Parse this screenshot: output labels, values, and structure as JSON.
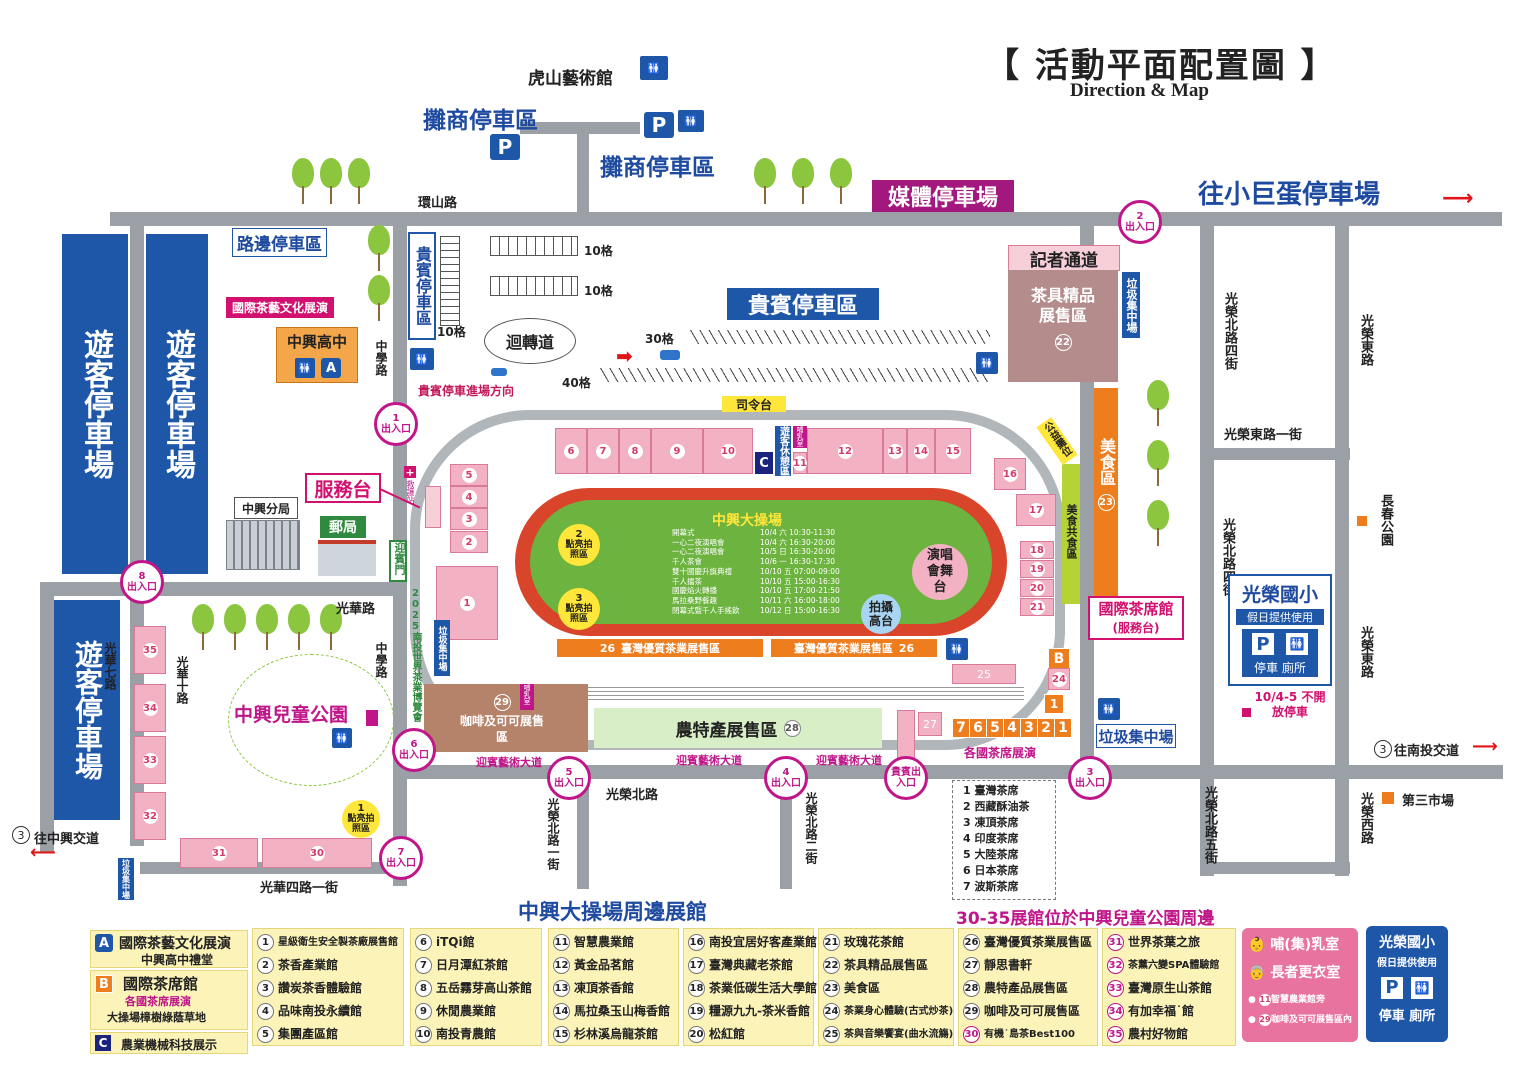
{
  "title": "【 活動平面配置圖 】",
  "subtitle": "Direction & Map",
  "places": {
    "hushan": "虎山藝術館",
    "vendor_parking_1": "攤商停車區",
    "vendor_parking_2": "攤商停車區",
    "media_parking": "媒體停車場",
    "to_egg_parking": "往小巨蛋停車場",
    "huanshan_road": "環山路",
    "roadside_parking": "路邊停車區",
    "tourist_parking_1": "遊客停車場",
    "tourist_parking_2": "遊客停車場",
    "tourist_parking_3": "遊客停車場",
    "intl_tea_art_show": "國際茶藝文化展演",
    "zhongxing_high": "中興高中",
    "vip_parking_v": "貴賓停車區",
    "vip_parking": "貴賓停車區",
    "vip_entry_dir": "貴賓停車進場方向",
    "turnaround": "迴轉道",
    "cap_10a": "10格",
    "cap_10b": "10格",
    "cap_10c": "10格",
    "cap_30": "30格",
    "cap_40": "40格",
    "press_passage": "記者通道",
    "teaware_hall": "茶具精品展售區",
    "teaware_no": "22",
    "trash_v": "垃圾集中場",
    "trash": "垃圾集中場",
    "podium": "司令台",
    "service_desk": "服務台",
    "police": "中興分局",
    "post_office": "郵局",
    "welcome_gate": "迎賓門",
    "zhongxue_road_1": "中學路",
    "zhongxue_road_2": "中學路",
    "guanghua_road": "光華路",
    "guanghua_7": "光華七路",
    "guanghua_10": "光華十路",
    "kids_park": "中興兒童公園",
    "to_zhongxing_ic": "往中興交道",
    "guanghua_4_1": "光華四路一街",
    "guangrong_n_road": "光榮北路",
    "guangrong_n_1": "光榮北路一街",
    "guangrong_n_2": "光榮北路二街",
    "guangrong_n_4": "光榮北路四街",
    "guangrong_n_5": "光榮北路五街",
    "guangrong_e_1": "光榮東路一街",
    "guangrong_e": "光榮東路",
    "guangrong_e_2": "光榮東路",
    "guangrong_w": "光榮西路",
    "changchun_park": "長春公園",
    "third_market": "第三市場",
    "to_nantou_ic": "往南投交道",
    "guangrong_school": "光榮國小",
    "holiday_use": "假日提供使用",
    "parking_wc": "停車 廁所",
    "closed_note": "10/4-5 不開放停車",
    "food_area": "美食區",
    "food_area_no": "23",
    "food_shared": "美食共食區",
    "public_service": "公益攤位",
    "intl_tea_hall": "國際茶席館",
    "intl_tea_hall_sub": "(服務台)",
    "coffee_area": "咖啡及可可展售區",
    "coffee_no": "29",
    "agri_hall": "農特產展售區",
    "agri_no": "28",
    "welcome_ave": "迎賓藝術大道",
    "tea_seat_show": "各國茶席展演",
    "peripheral": "中興大操場周邊展館",
    "note_30_35": "30-35展館位於中興兒童公園周邊",
    "stadium": "中興大操場",
    "concert": "演唱會舞台",
    "shoot_area": "拍攝高台",
    "photo_spot": "點亮拍照區",
    "photo_no_1": "1",
    "photo_no_2": "2",
    "photo_no_3": "3",
    "expo_side": "2025南投世界茶業博覽會",
    "trash_small": "垃圾集中場",
    "visitor_rest": "遊客休憩區",
    "nursing": "哺乳室",
    "first_aid": "救護站",
    "taiwan_tea_26": "臺灣優質茶業展售區",
    "hall_26_no": "26",
    "vip_gate": "貴賓出入口"
  },
  "gates": [
    {
      "no": "1",
      "label": "出入口"
    },
    {
      "no": "2",
      "label": "出入口"
    },
    {
      "no": "3",
      "label": "出入口"
    },
    {
      "no": "4",
      "label": "出入口"
    },
    {
      "no": "5",
      "label": "出入口"
    },
    {
      "no": "6",
      "label": "出入口"
    },
    {
      "no": "7",
      "label": "出入口"
    },
    {
      "no": "8",
      "label": "出入口"
    }
  ],
  "schedule": [
    [
      "開幕式",
      "10/4 六 10:30-11:30"
    ],
    [
      "一心二夜演唱會",
      "10/4 六 16:30-20:00"
    ],
    [
      "一心二夜演唱會",
      "10/5 日 16:30-20:00"
    ],
    [
      "千人茶會",
      "10/6 一 16:30-17:30"
    ],
    [
      "雙十國慶升旗典禮",
      "10/10 五 07:00-09:00"
    ],
    [
      "千人擂茶",
      "10/10 五 15:00-16:30"
    ],
    [
      "國慶焰火轉播",
      "10/10 五 17:00-21:50"
    ],
    [
      "馬拉桑野餐趣",
      "10/11 六 16:00-18:00"
    ],
    [
      "閉幕式暨千人手搖飲",
      "10/12 日 15:00-16:30"
    ]
  ],
  "tea_seats": [
    "1 臺灣茶席",
    "2 西藏酥油茶",
    "3 凍頂茶席",
    "4 印度茶席",
    "5 大陸茶席",
    "6 日本茶席",
    "7 波斯茶席"
  ],
  "booth_top": [
    "6",
    "7",
    "8",
    "9",
    "10",
    "11",
    "12",
    "13",
    "14",
    "15"
  ],
  "booth_left": [
    "5",
    "4",
    "3",
    "2",
    "1"
  ],
  "booth_right": [
    "16",
    "17",
    "18",
    "19",
    "20",
    "21"
  ],
  "booth_tea": [
    "7",
    "6",
    "5",
    "4",
    "3",
    "2",
    "1"
  ],
  "booth_park": [
    "35",
    "34",
    "33",
    "32"
  ],
  "booth_bottom": [
    "31",
    "30"
  ],
  "hall_25": "25",
  "hall_27": "27",
  "zone_c": "C",
  "zone_b": "B",
  "zone_a": "A",
  "legend": {
    "A": {
      "letter": "A",
      "title": "國際茶藝文化展演",
      "sub": "中興高中禮堂"
    },
    "B": {
      "letter": "B",
      "title": "國際茶席館",
      "sub": "各國茶席展演",
      "sub2": "大操場樟樹綠蔭草地"
    },
    "C": {
      "letter": "C",
      "title": "農業機械科技展示"
    },
    "col1": [
      "1 星級衛生安全製茶廠展售館",
      "2 茶香產業館",
      "3 讚炭茶香體驗館",
      "4 品味南投永續館",
      "5 集團產區館"
    ],
    "col2": [
      "6 iTQi館",
      "7 日月潭紅茶館",
      "8 五岳霧芽高山茶館",
      "9 休閒農業館",
      "10 南投青農館"
    ],
    "col3": [
      "11 智慧農業館",
      "12 黃金品茗館",
      "13 凍頂茶香館",
      "14 馬拉桑玉山梅香館",
      "15 杉林溪烏龍茶館"
    ],
    "col4": [
      "16 南投宜居好客產業館",
      "17 臺灣典藏老茶館",
      "18 茶業低碳生活大學館",
      "19 糧源九九-茶米香館",
      "20 松紅館"
    ],
    "col5": [
      "21 玫瑰花茶館",
      "22 茶具精品展售區",
      "23 美食區",
      "24 茶業身心體驗(古式炒茶)",
      "25 茶與音樂饗宴(曲水流觴)"
    ],
    "col6": [
      "26 臺灣優質茶業展售區",
      "27 靜思書軒",
      "28 農特產品展售區",
      "29 咖啡及可可展售區",
      "30 有機˙島茶Best100"
    ],
    "col7": [
      "31 世界茶葉之旅",
      "32 茶薰六變SPA體驗館",
      "33 臺灣原生山茶館",
      "34 有加幸福˙館",
      "35 農村好物館"
    ],
    "amenity": {
      "nursing": "哺(集)乳室",
      "changing": "長者更衣室",
      "n11": "11",
      "note11": "智慧農業館旁",
      "n29": "29",
      "note29": "咖啡及可可展售區內"
    },
    "school": {
      "title": "光榮國小",
      "sub": "假日提供使用",
      "pw": "停車 廁所"
    }
  },
  "colors": {
    "road": "#9aa0a6",
    "blue": "#1e56a8",
    "magenta": "#c0168a",
    "pink": "#f3b1c4",
    "track": "#d9452a",
    "field": "#6db33f",
    "orange": "#ee7d1e"
  }
}
